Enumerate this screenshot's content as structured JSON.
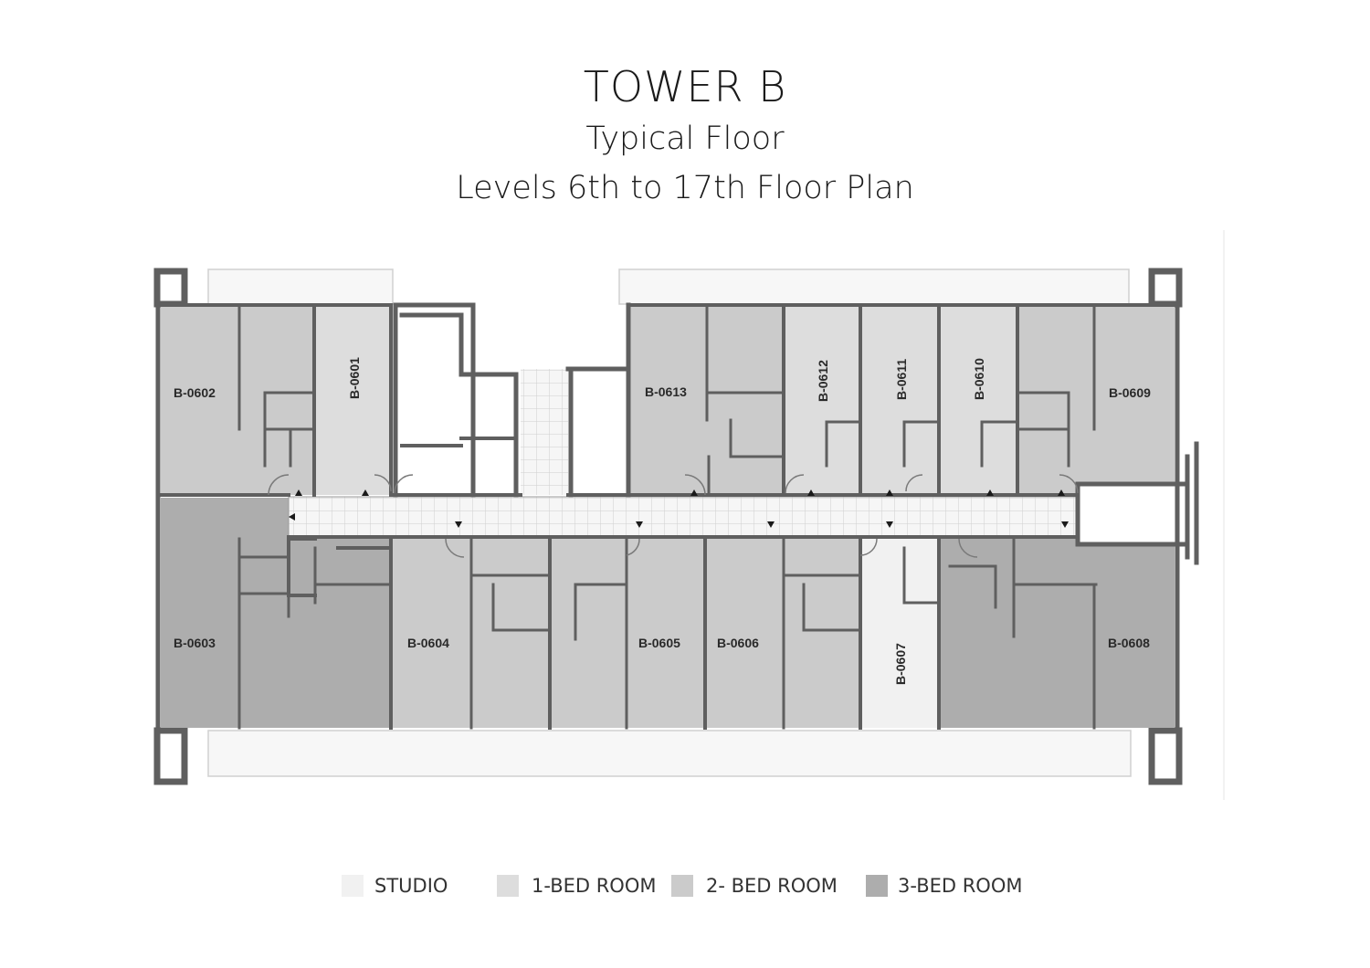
{
  "header": {
    "title": "TOWER B",
    "subtitle": "Typical Floor",
    "levels": "Levels 6th to 17th Floor Plan"
  },
  "colors": {
    "studio": "#f1f1f1",
    "one_bed": "#dddddd",
    "two_bed": "#cbcbcb",
    "three_bed": "#adadad",
    "wall": "#606060",
    "corridor": "#f4f4f4"
  },
  "units": {
    "b0601": "B-0601",
    "b0602": "B-0602",
    "b0603": "B-0603",
    "b0604": "B-0604",
    "b0605": "B-0605",
    "b0606": "B-0606",
    "b0607": "B-0607",
    "b0608": "B-0608",
    "b0609": "B-0609",
    "b0610": "B-0610",
    "b0611": "B-0611",
    "b0612": "B-0612",
    "b0613": "B-0613"
  },
  "legend": {
    "studio": "STUDIO",
    "one_bed": "1-BED ROOM",
    "two_bed": "2- BED ROOM",
    "three_bed": "3-BED ROOM"
  }
}
